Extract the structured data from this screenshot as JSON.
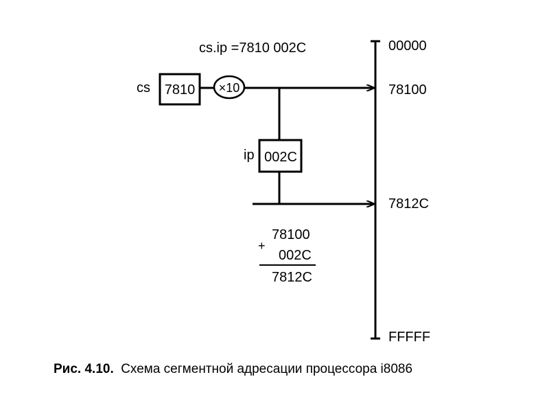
{
  "diagram": {
    "formula": "cs.ip =7810 002C",
    "cs_label": "cs",
    "cs_value": "7810",
    "multiplier": "×10",
    "ip_label": "ip",
    "ip_value": "002C",
    "addresses": {
      "start": "00000",
      "segment_base": "78100",
      "physical": "7812C",
      "end": "FFFFF"
    },
    "sum": {
      "plus": "+",
      "addend1": "78100",
      "addend2": "002C",
      "result": "7812C"
    }
  },
  "caption": {
    "number": "Рис. 4.10.",
    "text": "Схема сегментной адресации процессора i8086"
  },
  "colors": {
    "ink": "#000000",
    "background": "#ffffff"
  }
}
